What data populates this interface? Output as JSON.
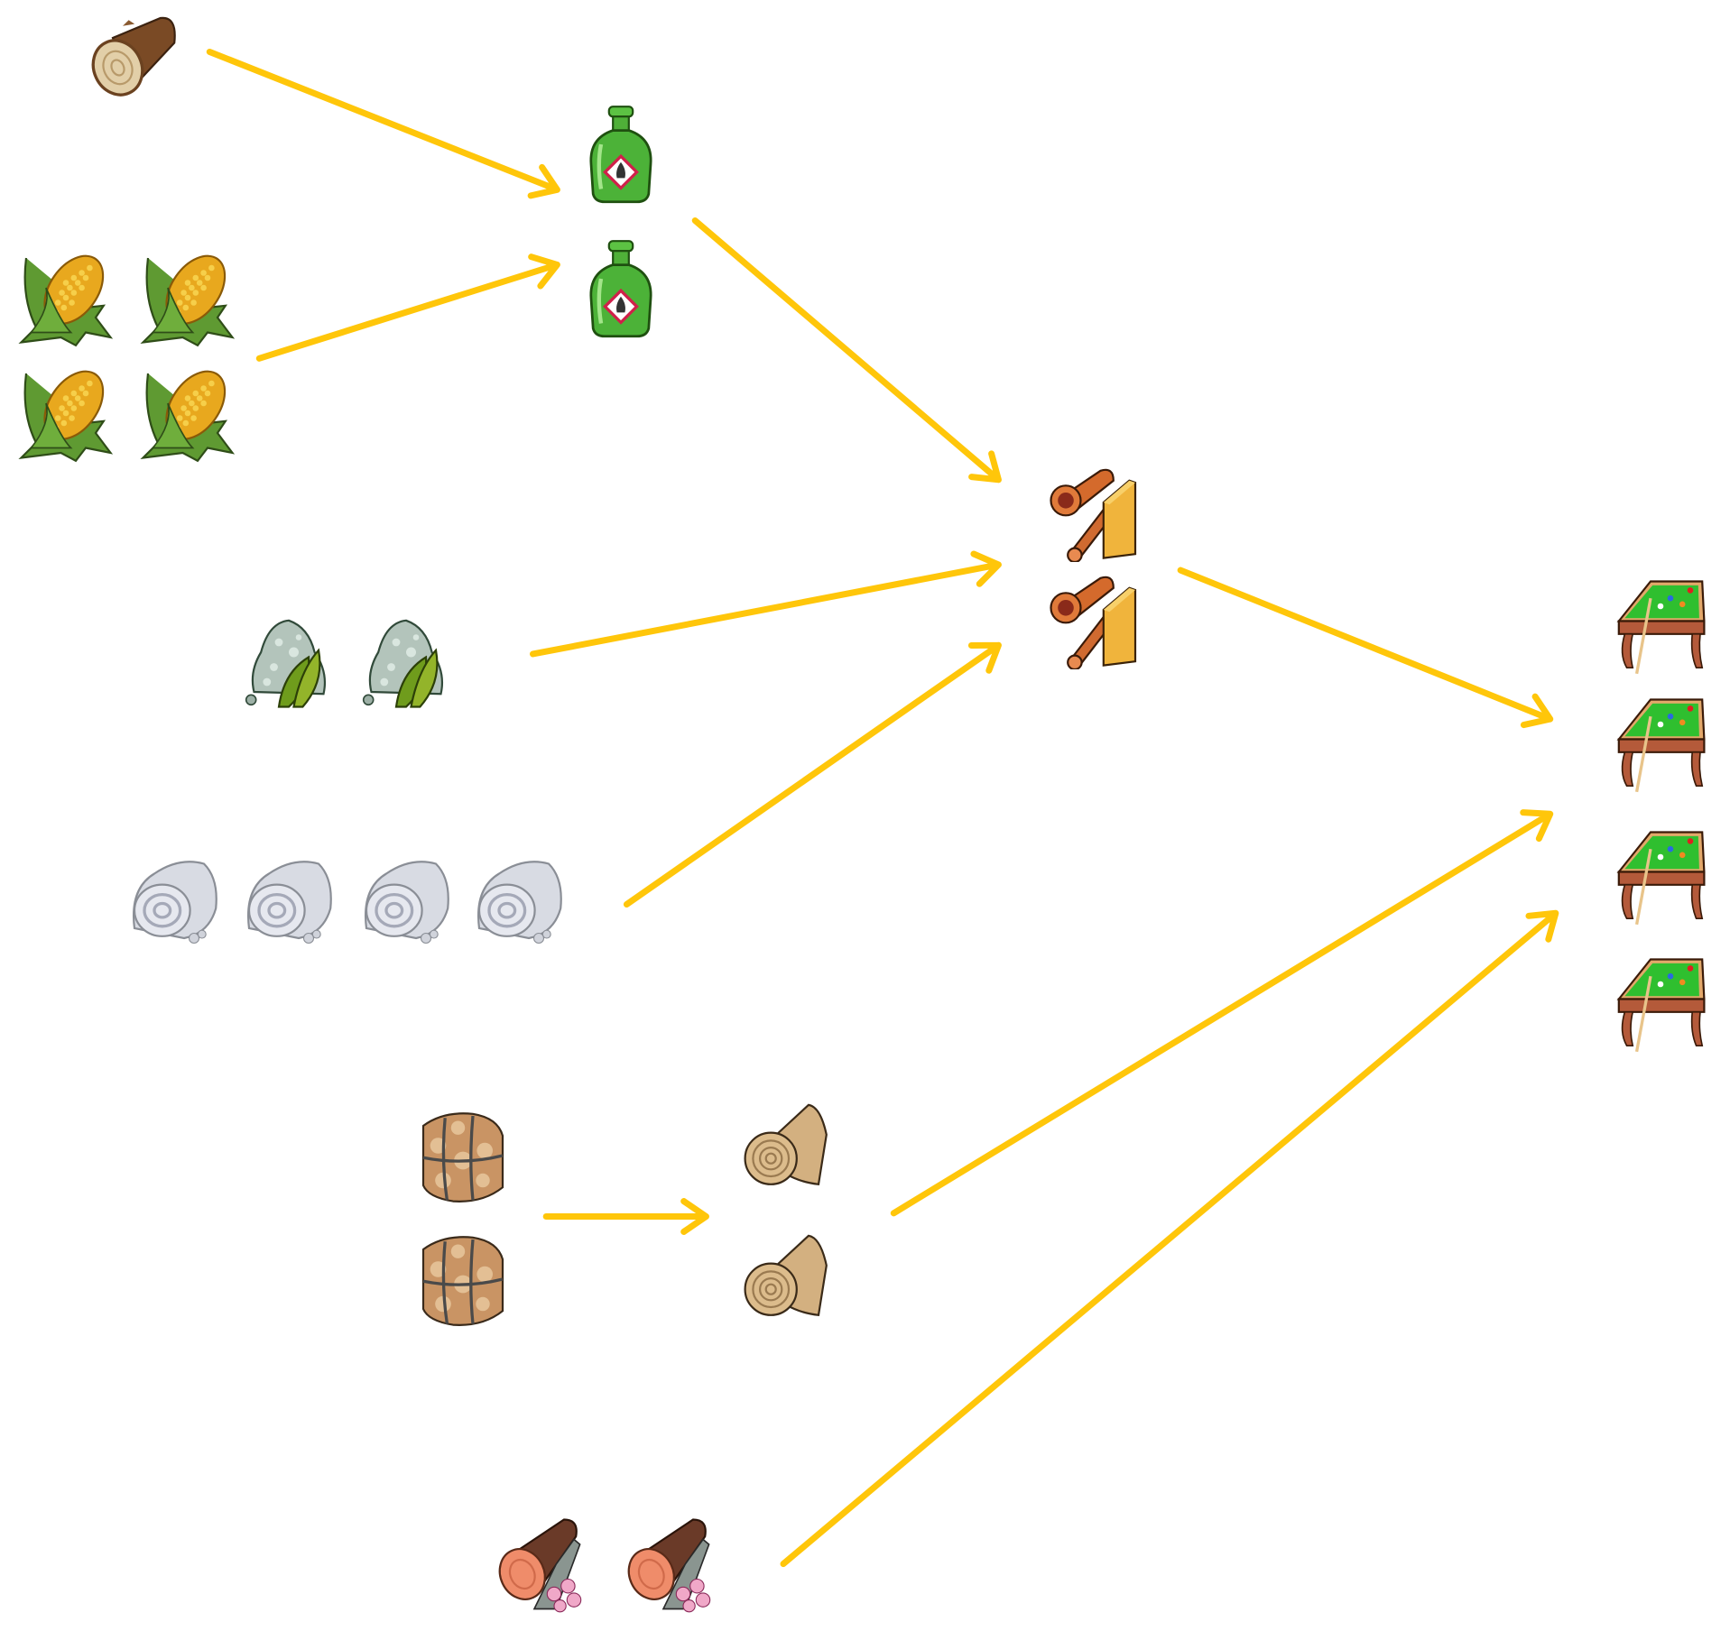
{
  "diagram": {
    "type": "production-chain",
    "arrow_color": "#FFC60A",
    "nodes": [
      {
        "id": "wood-log",
        "icon": "log-icon",
        "count": 1
      },
      {
        "id": "corn",
        "icon": "corn-icon",
        "count": 4
      },
      {
        "id": "ethanol-bottle",
        "icon": "flammable-bottle-icon",
        "count": 2
      },
      {
        "id": "herb-powder",
        "icon": "herb-powder-icon",
        "count": 2
      },
      {
        "id": "cotton-roll",
        "icon": "cotton-roll-icon",
        "count": 4
      },
      {
        "id": "metal-bars",
        "icon": "metal-pipe-bar-icon",
        "count": 2
      },
      {
        "id": "wool-bale",
        "icon": "wool-bale-icon",
        "count": 2
      },
      {
        "id": "fabric-roll",
        "icon": "fabric-roll-icon",
        "count": 2
      },
      {
        "id": "cherry-wood",
        "icon": "cherry-wood-icon",
        "count": 2
      },
      {
        "id": "pool-table",
        "icon": "pool-table-icon",
        "count": 4
      }
    ],
    "edges": [
      {
        "from": "wood-log",
        "to": "ethanol-bottle"
      },
      {
        "from": "corn",
        "to": "ethanol-bottle"
      },
      {
        "from": "ethanol-bottle",
        "to": "metal-bars"
      },
      {
        "from": "herb-powder",
        "to": "metal-bars"
      },
      {
        "from": "cotton-roll",
        "to": "metal-bars"
      },
      {
        "from": "metal-bars",
        "to": "pool-table"
      },
      {
        "from": "wool-bale",
        "to": "fabric-roll"
      },
      {
        "from": "fabric-roll",
        "to": "pool-table"
      },
      {
        "from": "cherry-wood",
        "to": "pool-table"
      }
    ]
  }
}
